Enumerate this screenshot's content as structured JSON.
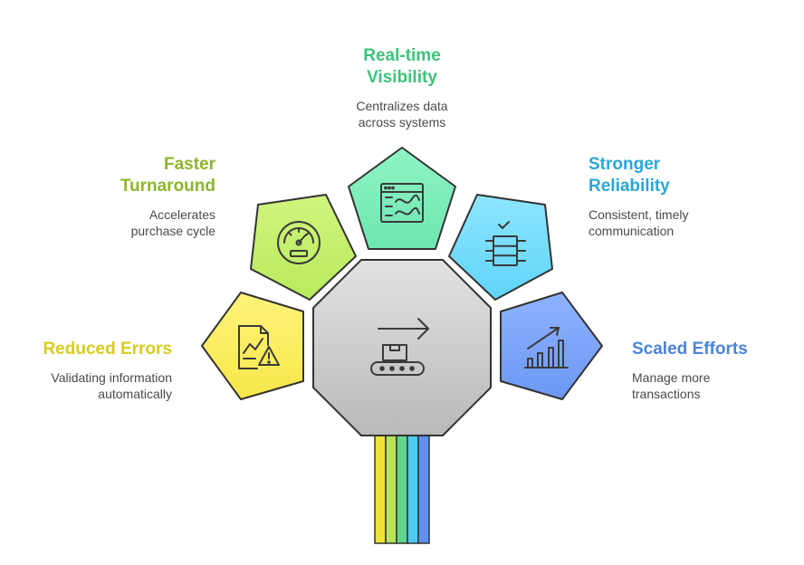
{
  "colors": {
    "reduced_errors": "#d6cc1e",
    "faster_turnaround": "#8db52d",
    "realtime_visibility": "#3bc47a",
    "stronger_reliability": "#29a6d6",
    "scaled_efforts": "#4a84d8"
  },
  "items": [
    {
      "key": "realtime_visibility",
      "title_line1": "Real-time",
      "title_line2": "Visibility",
      "desc_line1": "Centralizes data",
      "desc_line2": "across systems",
      "icon": "monitor-chart-icon"
    },
    {
      "key": "faster_turnaround",
      "title_line1": "Faster",
      "title_line2": "Turnaround",
      "desc_line1": "Accelerates",
      "desc_line2": "purchase cycle",
      "icon": "speedometer-icon"
    },
    {
      "key": "stronger_reliability",
      "title_line1": "Stronger",
      "title_line2": "Reliability",
      "desc_line1": "Consistent, timely",
      "desc_line2": "communication",
      "icon": "server-check-icon"
    },
    {
      "key": "reduced_errors",
      "title_line1": "Reduced Errors",
      "title_line2": "",
      "desc_line1": "Validating information",
      "desc_line2": "automatically",
      "icon": "document-warning-icon"
    },
    {
      "key": "scaled_efforts",
      "title_line1": "Scaled Efforts",
      "title_line2": "",
      "desc_line1": "Manage more",
      "desc_line2": "transactions",
      "icon": "growth-chart-icon"
    }
  ],
  "center_icon": "conveyor-box-icon"
}
